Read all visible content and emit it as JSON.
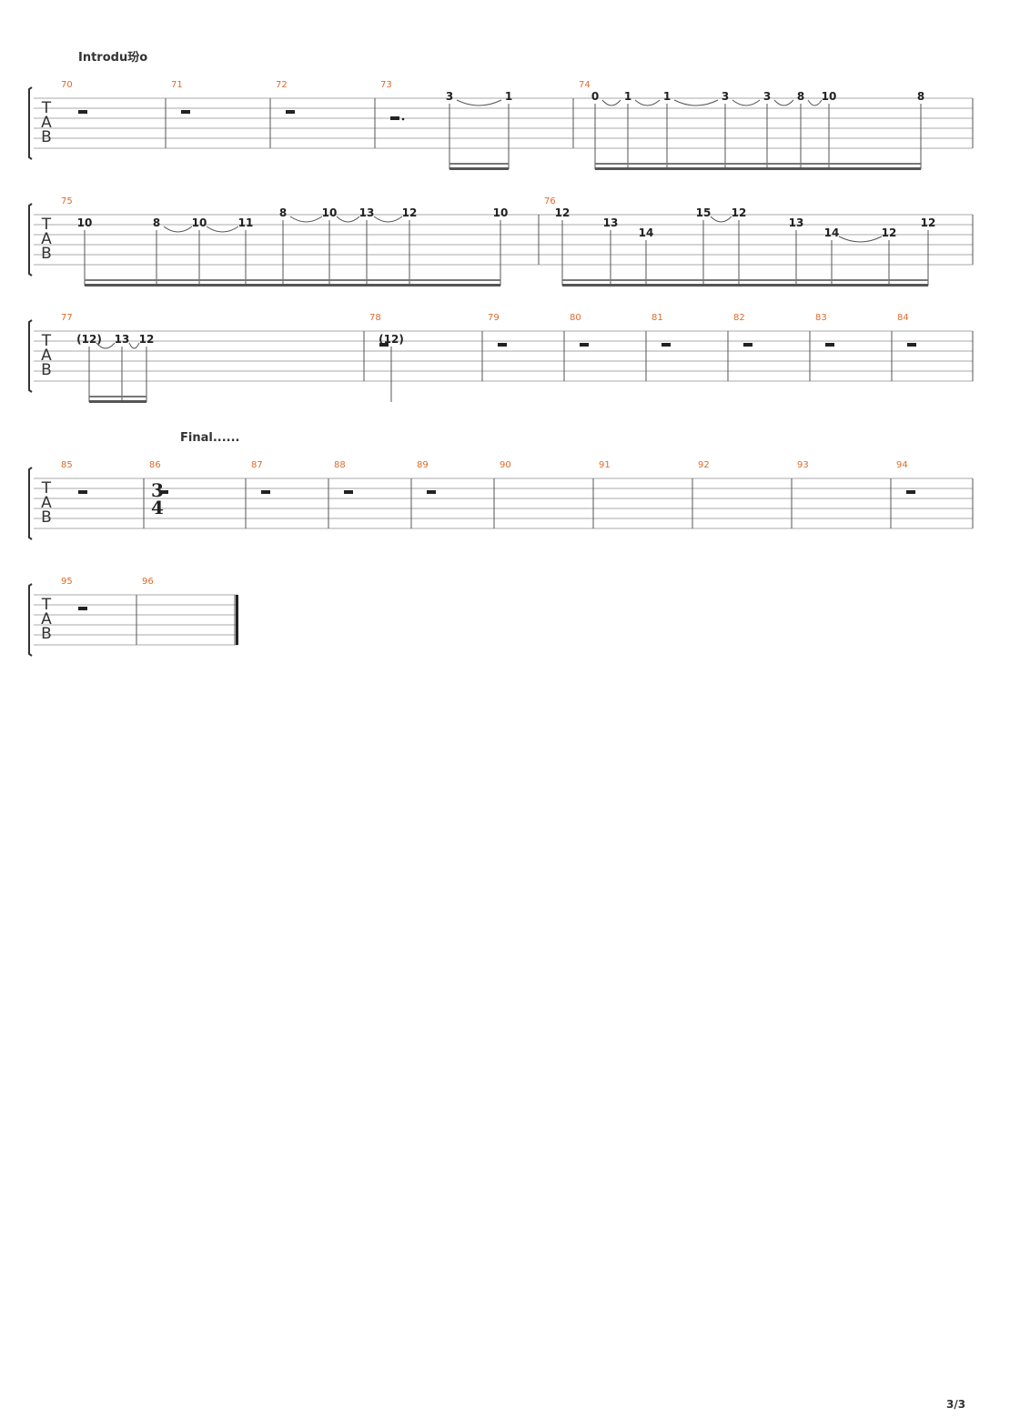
{
  "page": {
    "number": "3/3"
  },
  "colors": {
    "bar_number": "#e06a2a",
    "staff_line": "#aaaaaa",
    "ink": "#222222"
  },
  "tab_clef": [
    "T",
    "A",
    "B"
  ],
  "sections": [
    {
      "label": "Introdu玢o",
      "system": 0
    },
    {
      "label": "Final......",
      "system": 3
    }
  ],
  "systems": [
    {
      "measures": [
        {
          "number": "70",
          "content": "rest"
        },
        {
          "number": "71",
          "content": "rest"
        },
        {
          "number": "72",
          "content": "rest"
        },
        {
          "number": "73",
          "content": "dotted-rest",
          "notes": [
            {
              "fret": "3",
              "string": 1
            },
            {
              "fret": "1",
              "string": 1
            }
          ]
        },
        {
          "number": "74",
          "notes": [
            {
              "fret": "0",
              "string": 1
            },
            {
              "fret": "1",
              "string": 1
            },
            {
              "fret": "1",
              "string": 1
            },
            {
              "fret": "3",
              "string": 1
            },
            {
              "fret": "3",
              "string": 1
            },
            {
              "fret": "8",
              "string": 1
            },
            {
              "fret": "10",
              "string": 1
            },
            {
              "fret": "8",
              "string": 1
            }
          ]
        }
      ]
    },
    {
      "measures": [
        {
          "number": "75",
          "notes": [
            {
              "fret": "10",
              "string": 2
            },
            {
              "fret": "8",
              "string": 2
            },
            {
              "fret": "10",
              "string": 2
            },
            {
              "fret": "11",
              "string": 2
            },
            {
              "fret": "8",
              "string": 1
            },
            {
              "fret": "10",
              "string": 1
            },
            {
              "fret": "13",
              "string": 1
            },
            {
              "fret": "12",
              "string": 1
            },
            {
              "fret": "10",
              "string": 1
            }
          ]
        },
        {
          "number": "76",
          "notes": [
            {
              "fret": "12",
              "string": 1
            },
            {
              "fret": "13",
              "string": 2
            },
            {
              "fret": "14",
              "string": 3
            },
            {
              "fret": "15",
              "string": 1
            },
            {
              "fret": "12",
              "string": 1
            },
            {
              "fret": "13",
              "string": 2
            },
            {
              "fret": "14",
              "string": 3
            },
            {
              "fret": "12",
              "string": 3
            },
            {
              "fret": "12",
              "string": 2
            }
          ]
        }
      ]
    },
    {
      "measures": [
        {
          "number": "77",
          "notes": [
            {
              "fret": "(12)",
              "string": 2
            },
            {
              "fret": "13",
              "string": 2
            },
            {
              "fret": "12",
              "string": 2
            }
          ]
        },
        {
          "number": "78",
          "content": "rest",
          "notes": [
            {
              "fret": "(12)",
              "string": 2
            }
          ]
        },
        {
          "number": "79",
          "content": "rest"
        },
        {
          "number": "80",
          "content": "rest"
        },
        {
          "number": "81",
          "content": "rest"
        },
        {
          "number": "82",
          "content": "rest"
        },
        {
          "number": "83",
          "content": "rest"
        },
        {
          "number": "84",
          "content": "rest"
        }
      ]
    },
    {
      "measures": [
        {
          "number": "85",
          "content": "rest"
        },
        {
          "number": "86",
          "content": "rest",
          "time_signature": [
            "3",
            "4"
          ]
        },
        {
          "number": "87",
          "content": "rest"
        },
        {
          "number": "88",
          "content": "rest"
        },
        {
          "number": "89",
          "content": "rest"
        },
        {
          "number": "90",
          "content": "empty"
        },
        {
          "number": "91",
          "content": "empty"
        },
        {
          "number": "92",
          "content": "empty"
        },
        {
          "number": "93",
          "content": "empty"
        },
        {
          "number": "94",
          "content": "rest"
        }
      ]
    },
    {
      "measures": [
        {
          "number": "95",
          "content": "rest"
        },
        {
          "number": "96",
          "content": "empty",
          "final_barline": true
        }
      ]
    }
  ]
}
